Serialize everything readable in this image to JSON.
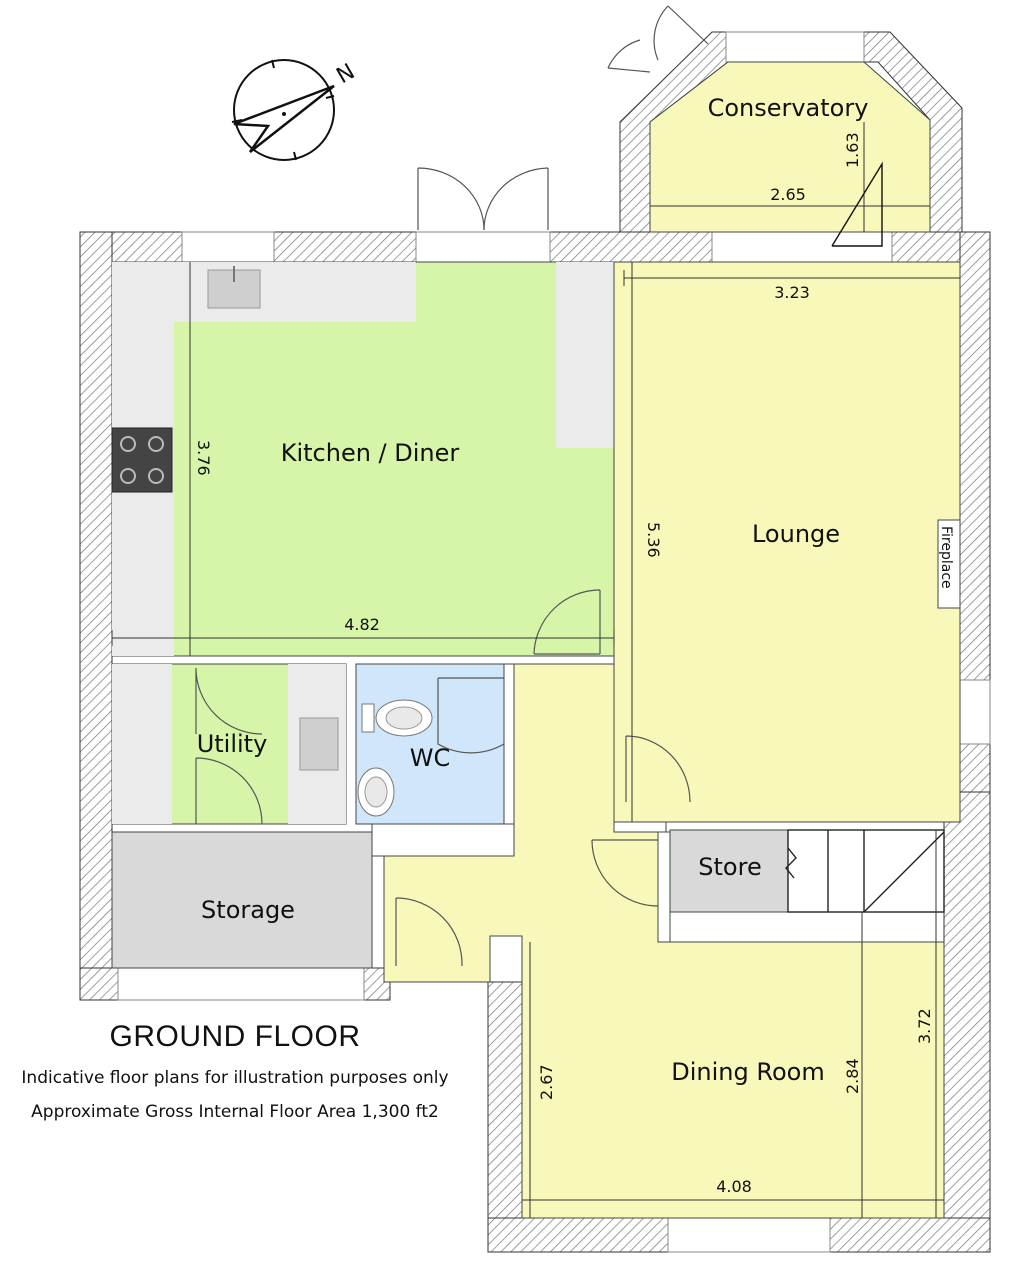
{
  "plan": {
    "floor_title": "GROUND FLOOR",
    "subtitle_1": "Indicative floor plans for illustration purposes only",
    "subtitle_2": "Approximate Gross Internal Floor Area 1,300 ft2",
    "compass_letter": "N",
    "fireplace_label": "Fireplace"
  },
  "colors": {
    "green_room": "#d6f5a8",
    "yellow_room": "#f8f8bb",
    "blue_room": "#cfe6fb",
    "grey_room": "#d9d9d9",
    "worktop": "#ebebeb",
    "wall_hatch": "#777777"
  },
  "rooms": {
    "kitchen": {
      "name": "Kitchen / Diner",
      "dim_width": "4.82",
      "dim_depth": "3.76"
    },
    "lounge": {
      "name": "Lounge",
      "dim_width": "3.23",
      "dim_depth": "5.36"
    },
    "conservatory": {
      "name": "Conservatory",
      "dim_width": "2.65",
      "dim_depth": "1.63"
    },
    "utility": {
      "name": "Utility"
    },
    "wc": {
      "name": "WC"
    },
    "storage": {
      "name": "Storage"
    },
    "store": {
      "name": "Store"
    },
    "dining": {
      "name": "Dining Room",
      "dim_width": "4.08",
      "dim_depth_left": "2.67",
      "dim_depth_mid": "2.84",
      "dim_depth_right": "3.72"
    }
  }
}
